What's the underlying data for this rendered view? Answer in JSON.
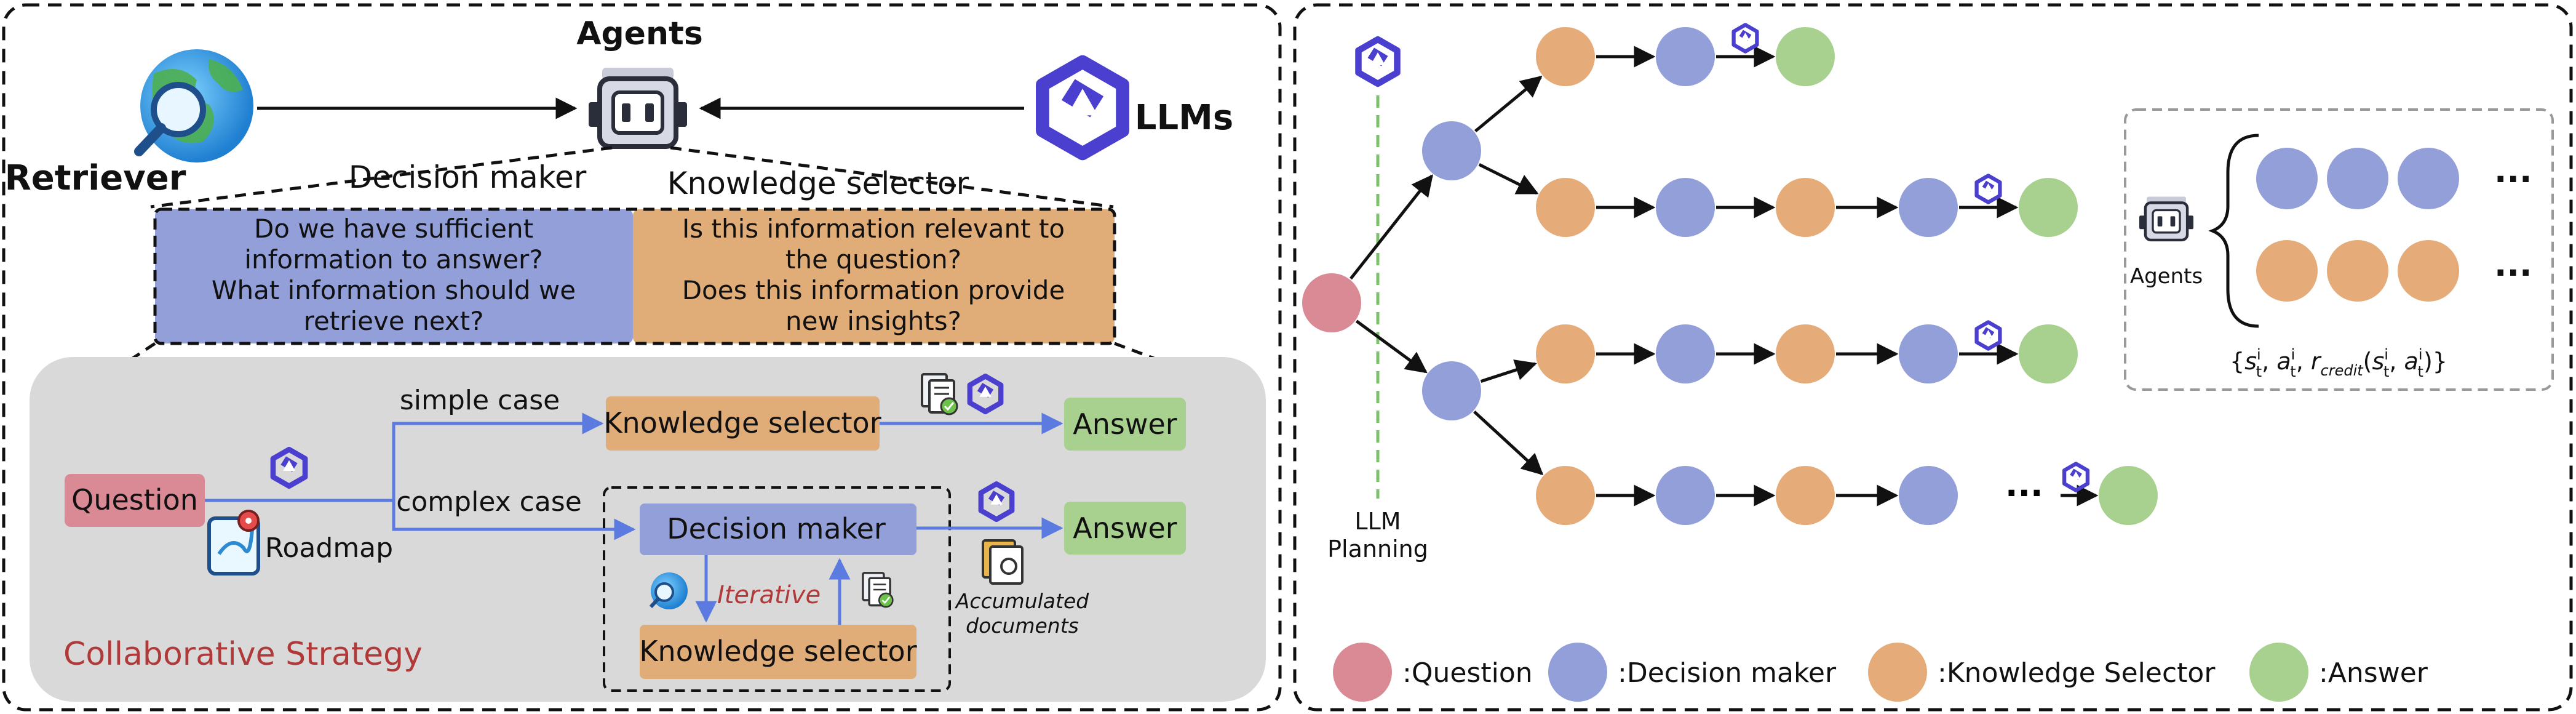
{
  "left_panel": {
    "agents_title": "Agents",
    "retriever_label": "Retriever",
    "llms_label": "LLMs",
    "decision_maker_label": "Decision maker",
    "knowledge_selector_label": "Knowledge selector",
    "decision_questions": [
      "Do we have sufficient",
      "information to answer?",
      "What information should we",
      "retrieve next?"
    ],
    "knowledge_questions": [
      "Is this information relevant to",
      "the question?",
      "Does this information provide",
      "new insights?"
    ],
    "strategy": {
      "question_box": "Question",
      "roadmap_label": "Roadmap",
      "simple_case": "simple case",
      "complex_case": "complex case",
      "knowledge_selector_box": "Knowledge selector",
      "answer_box_top": "Answer",
      "decision_maker_box": "Decision maker",
      "iterative_label": "Iterative",
      "knowledge_selector_box_bottom": "Knowledge selector",
      "answer_box_bottom": "Answer",
      "accumulated_docs": [
        "Accumulated",
        "documents"
      ],
      "title": "Collaborative  Strategy"
    }
  },
  "right_panel": {
    "llm_planning": [
      "LLM",
      "Planning"
    ],
    "agents_label": "Agents",
    "ellipsis": "···",
    "formula": {
      "open": "{",
      "s": "s",
      "a": "a",
      "sup": "i",
      "sub": "t",
      "r": "r",
      "r_sub": "credit",
      "sep": ", ",
      "lparen": "(",
      "rparen": ")",
      "close": "}"
    },
    "legend": [
      {
        "key": "question",
        "label": ":Question",
        "color": "#d98a95"
      },
      {
        "key": "decision",
        "label": ":Decision maker",
        "color": "#939fd9"
      },
      {
        "key": "knowledge",
        "label": ":Knowledge Selector",
        "color": "#e5ac7a"
      },
      {
        "key": "answer",
        "label": ":Answer",
        "color": "#a8d08e"
      }
    ]
  },
  "colors": {
    "question": "#d98a95",
    "decision": "#939fd9",
    "knowledge": "#e5ac7a",
    "answer": "#a8d08e",
    "question_box": "#d98a95",
    "decision_box": "#939fd9",
    "knowledge_box": "#e0ac77",
    "answer_box": "#a8d08e",
    "panel_grey": "#d9d9d9",
    "arrow_blue": "#5b7be0",
    "iterative_red": "#b03a3a",
    "strategy_red": "#b03a3a",
    "planning_green": "#7cc26b",
    "llm_icon": "#4a3fcf"
  },
  "icons": [
    "globe-search-icon",
    "robot-icon",
    "llm-logo-icon",
    "roadmap-icon",
    "documents-icon"
  ]
}
